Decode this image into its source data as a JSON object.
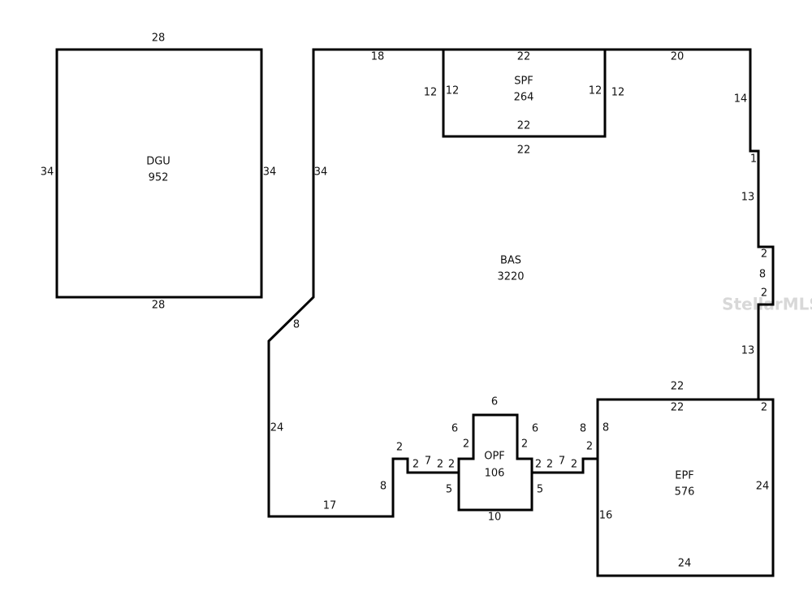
{
  "rooms": {
    "dgu": {
      "code": "DGU",
      "area": "952"
    },
    "bas": {
      "code": "BAS",
      "area": "3220"
    },
    "spf": {
      "code": "SPF",
      "area": "264"
    },
    "opf": {
      "code": "OPF",
      "area": "106"
    },
    "epf": {
      "code": "EPF",
      "area": "576"
    }
  },
  "dims": {
    "dgu": [
      "28",
      "34",
      "34",
      "28"
    ],
    "bas": [
      "18",
      "20",
      "14",
      "1",
      "13",
      "2",
      "8",
      "2",
      "13",
      "34",
      "8",
      "24",
      "17",
      "8",
      "2",
      "2",
      "7",
      "2",
      "2",
      "7",
      "2",
      "2",
      "8"
    ],
    "spf": [
      "22",
      "12",
      "12",
      "12",
      "12",
      "22",
      "22"
    ],
    "opf": [
      "6",
      "6",
      "2",
      "6",
      "2",
      "2",
      "2",
      "5",
      "5",
      "10"
    ],
    "epf": [
      "22",
      "22",
      "8",
      "2",
      "24",
      "16",
      "24"
    ]
  },
  "watermark": "StellarMLS"
}
